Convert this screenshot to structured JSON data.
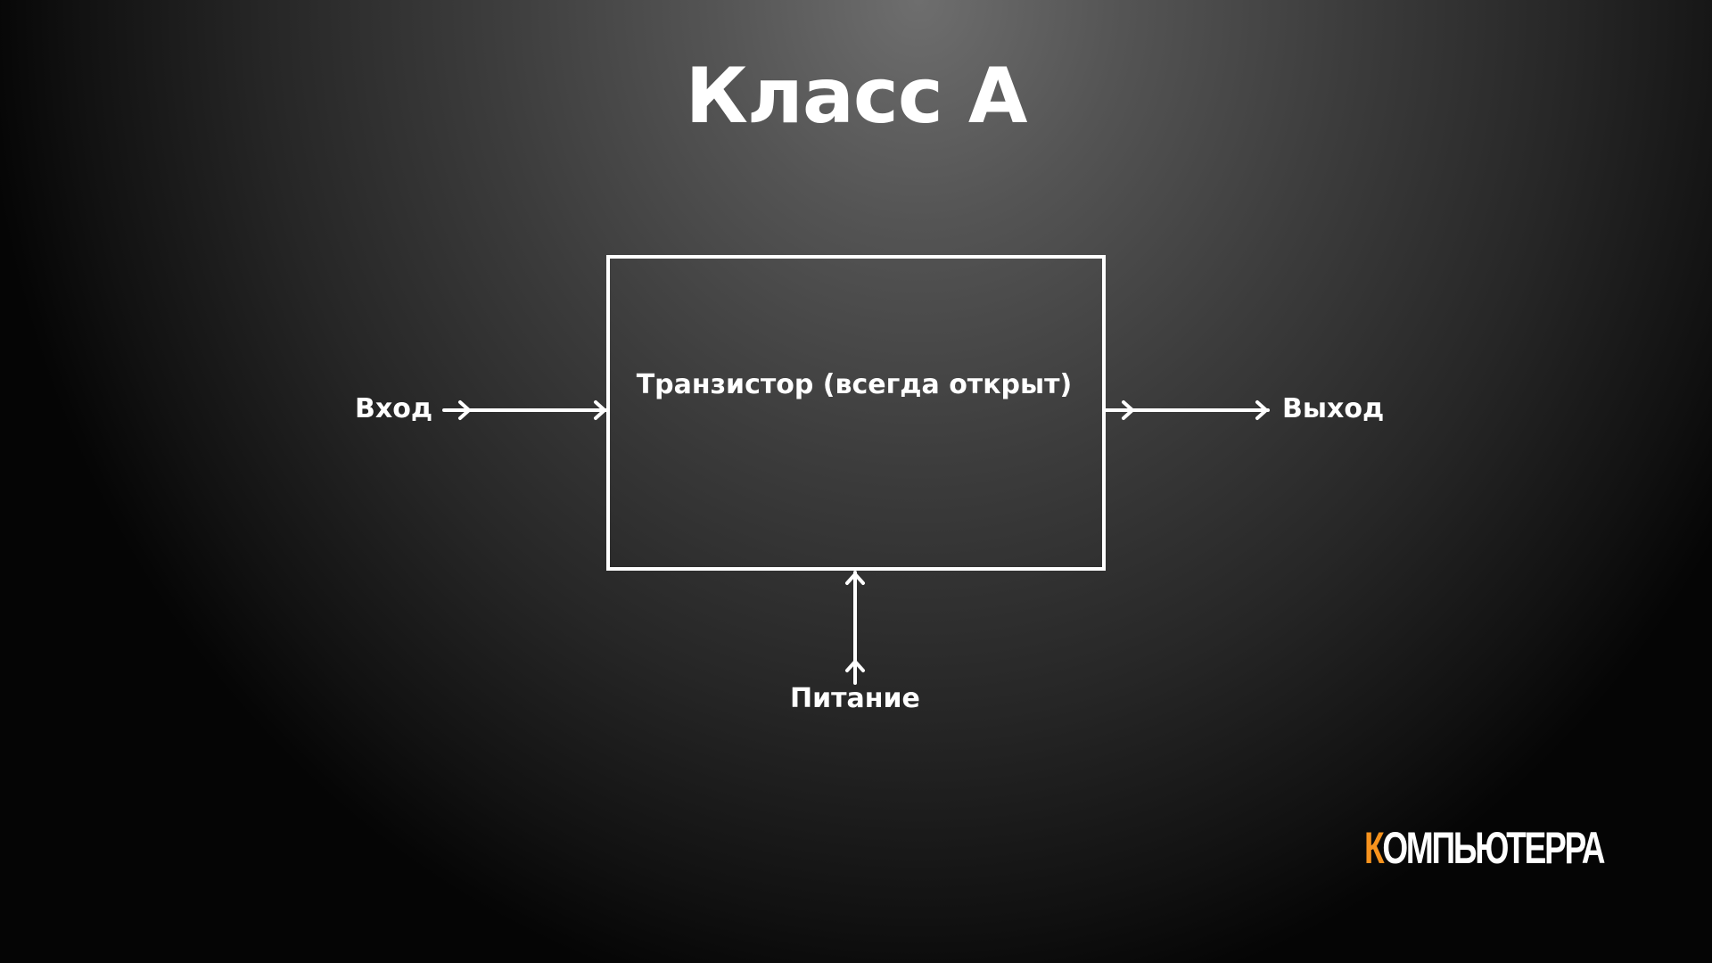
{
  "slide": {
    "title": "Класс А"
  },
  "diagram": {
    "box_label": "Транзистор (всегда открыт)",
    "input_label": "Вход",
    "output_label": "Выход",
    "power_label": "Питание"
  },
  "logo": {
    "first_letter": "К",
    "rest": "ОМПЬЮТЕРРА",
    "accent_color": "#f7931e"
  },
  "colors": {
    "stroke": "#ffffff",
    "text": "#ffffff"
  }
}
